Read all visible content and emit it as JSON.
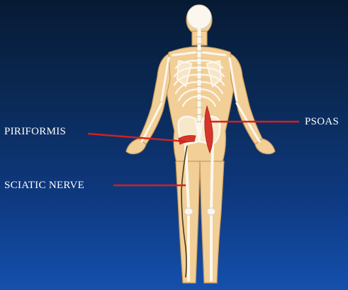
{
  "labels": {
    "piriformis": "PIRIFORMIS",
    "psoas": "PSOAS",
    "sciatic_nerve": "SCIATIC NERVE"
  },
  "colors": {
    "background_top": "#071a33",
    "background_bottom": "#1450ad",
    "skin": "#f2cf97",
    "skin_outline": "#c99a5a",
    "bone": "#fbf7ee",
    "muscle": "#d8352a",
    "leader_line": "#d61f1f",
    "label_text": "#ffffff"
  }
}
